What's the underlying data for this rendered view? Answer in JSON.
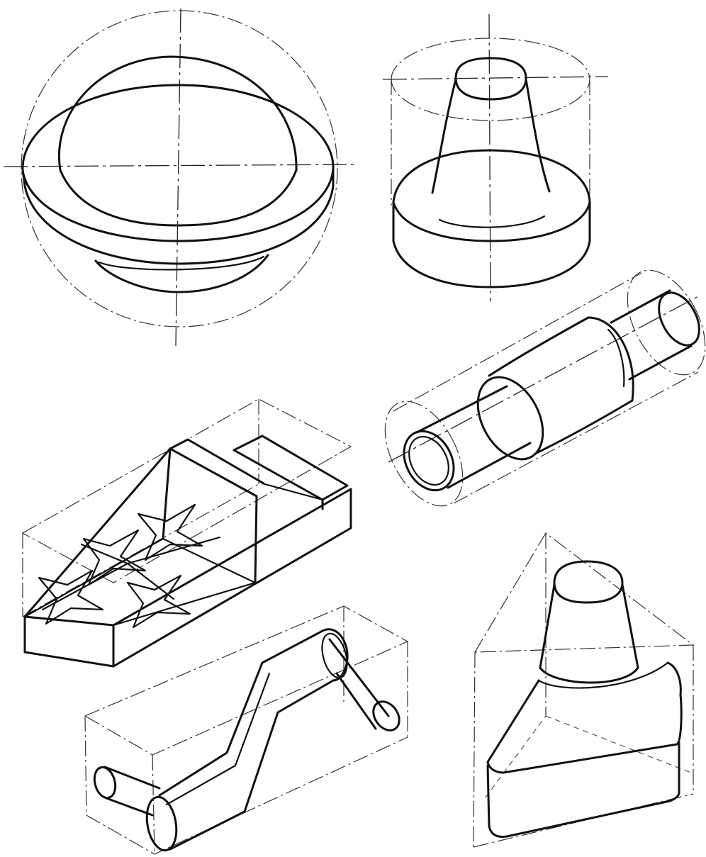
{
  "sheet": {
    "panel_count": 6,
    "panels": [
      {
        "id": "hemisphere-on-flange"
      },
      {
        "id": "conical-boss-on-disc"
      },
      {
        "id": "stepped-shaft"
      },
      {
        "id": "slotted-block"
      },
      {
        "id": "crank-arm"
      },
      {
        "id": "frustum-on-rounded-triangular-base"
      }
    ]
  },
  "colors": {
    "ink": "#111111",
    "construction": "#333333",
    "paper": "#ffffff"
  }
}
